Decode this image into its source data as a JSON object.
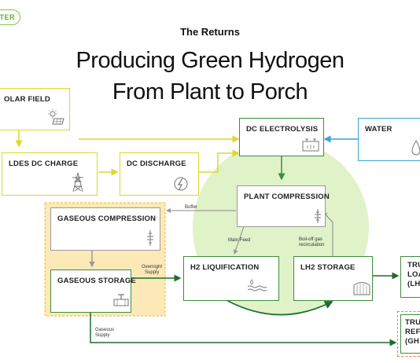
{
  "header": {
    "pill": "STER",
    "subtitle": "The Returns",
    "title_line1": "Producing Green Hydrogen",
    "title_line2": "From Plant to Porch"
  },
  "nodes": {
    "solar_field": "OLAR FIELD",
    "dc_electrolysis": "DC ELECTROLYSIS",
    "water": "WATER",
    "ldes_dc_charge": "LDES DC CHARGE",
    "dc_discharge": "DC DISCHARGE",
    "plant_compression": "PLANT COMPRESSION",
    "gaseous_compression": "GASEOUS COMPRESSION",
    "gaseous_storage": "GASEOUS STORAGE",
    "h2_liquification": "H2 LIQUIFICATION",
    "lh2_storage": "LH2 STORAGE",
    "truck_loading_1": "TRU",
    "truck_loading_2": "LOA",
    "truck_loading_3": "(LH",
    "truck_refuel_1": "TRU",
    "truck_refuel_2": "REF",
    "truck_refuel_3": "(GH"
  },
  "edge_labels": {
    "buffer": "Buffer",
    "main_feed": "Main Feed",
    "boiloff_1": "Boil-off gas",
    "boiloff_2": "recirculation",
    "overnight_1": "Overnight",
    "overnight_2": "Supply",
    "gaseous_1": "Gaseous",
    "gaseous_2": "Supply"
  },
  "colors": {
    "yellow_node": "#e2d52a",
    "green_node": "#3e8e3e",
    "blue_node": "#3aa3d6",
    "green_zone": "#dff2c8",
    "orange_zone": "#fde9b8",
    "refuel_border": "#e87a5c"
  },
  "icons": [
    "solar-panel-icon",
    "power-tower-icon",
    "lightning-icon",
    "electrolyzer-icon",
    "faucet-icon",
    "compressor-icon",
    "valve-icon",
    "liquid-waves-icon",
    "tank-icon"
  ]
}
